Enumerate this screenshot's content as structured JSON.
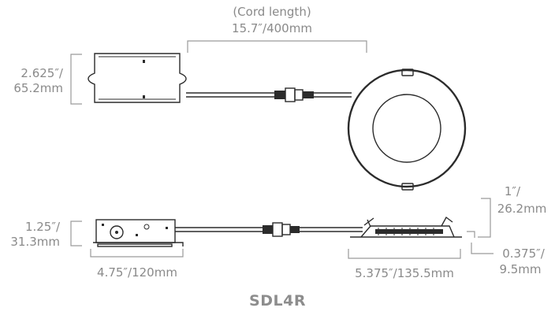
{
  "labels": {
    "cord_title": "(Cord length)",
    "cord_value": "15.7″/400mm",
    "box_height_in": "2.625″/",
    "box_height_mm": "65.2mm",
    "side_height_in": "1.25″/",
    "side_height_mm": "31.3mm",
    "box_length": "4.75″/120mm",
    "fixture_width": "5.375″/135.5mm",
    "fixture_height_in": "1″/",
    "fixture_height_mm": "26.2mm",
    "trim_height_in": "0.375″/",
    "trim_height_mm": "9.5mm",
    "model": "SDL4R"
  },
  "colors": {
    "line_art": "#2b2b2b",
    "dimension_text": "#8a8a8a",
    "bracket": "#9a9a9a"
  }
}
